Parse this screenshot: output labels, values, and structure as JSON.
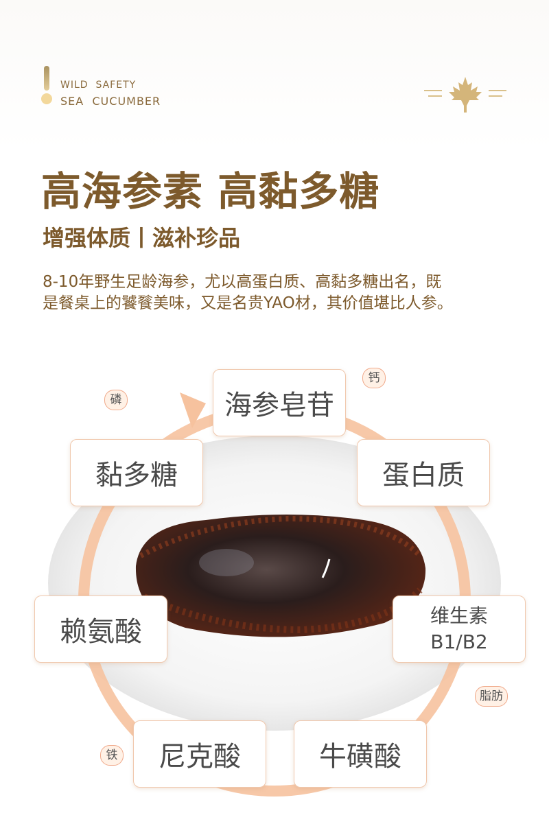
{
  "header": {
    "badge_line1": "WILD  SAFETY",
    "badge_line2": "SEA  CUCUMBER",
    "logo_icon": "maple-leaf-icon"
  },
  "title": "高海参素 高黏多糖",
  "subtitle": "增强体质丨滋补珍品",
  "description": "8-10年野生足龄海参，尤以高蛋白质、高黏多糖出名，既是餐桌上的饕餮美味，又是名贵YAO材，其价值堪比人参。",
  "nutrients": {
    "top": "海参皂苷",
    "upper_right": "蛋白质",
    "right_line1": "维生素",
    "right_line2": "B1/B2",
    "bottom_right": "牛磺酸",
    "bottom_left": "尼克酸",
    "left": "赖氨酸",
    "upper_left": "黏多糖"
  },
  "minerals": {
    "phosphorus": "磷",
    "calcium": "钙",
    "fat": "脂肪",
    "iron": "铁"
  },
  "colors": {
    "brand_brown": "#7d5a2c",
    "gold": "#d4b57a",
    "ring_peach": "#f6c29e",
    "tag_border": "#f0a98a"
  }
}
